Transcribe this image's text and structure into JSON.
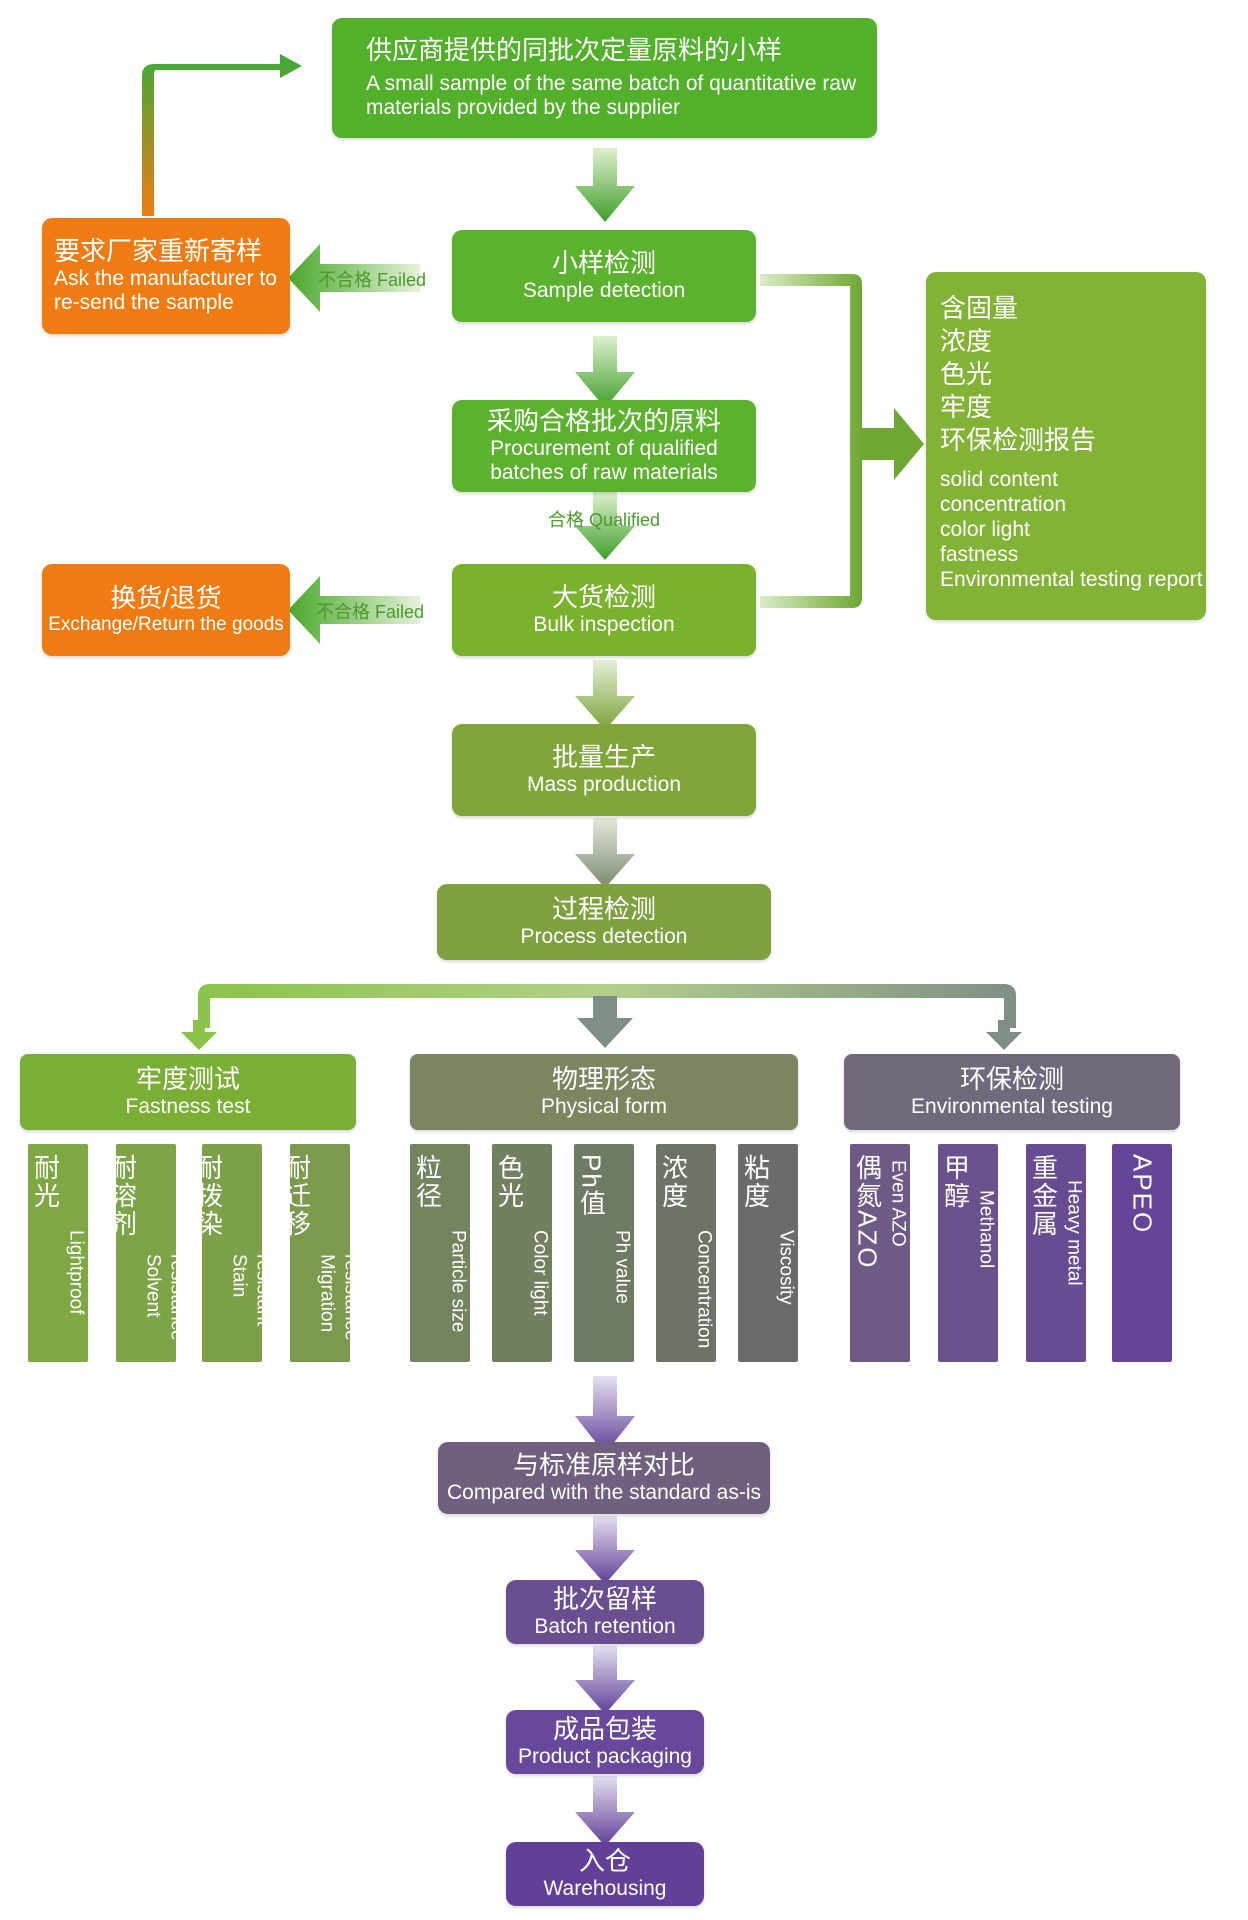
{
  "colors": {
    "green": "#52b02a",
    "orange": "#ef7c12",
    "olive": "#80a63a",
    "gray": "#7a8660",
    "purple": "#6a4f95"
  },
  "nodes": {
    "supplier_sample": {
      "zh": "供应商提供的同批次定量原料的小样",
      "en_1": "A small sample of the same batch of quantitative raw",
      "en_2": "materials provided by the supplier"
    },
    "resend": {
      "zh": "要求厂家重新寄样",
      "en_1": "Ask the manufacturer to",
      "en_2": "re-send the sample"
    },
    "sample_detection": {
      "zh": "小样检测",
      "en": "Sample detection"
    },
    "procurement": {
      "zh": "采购合格批次的原料",
      "en_1": "Procurement of qualified",
      "en_2": "batches of raw materials"
    },
    "exchange": {
      "zh": "换货/退货",
      "en": "Exchange/Return the goods"
    },
    "bulk_inspection": {
      "zh": "大货检测",
      "en": "Bulk inspection"
    },
    "mass_production": {
      "zh": "批量生产",
      "en": "Mass production"
    },
    "process_detection": {
      "zh": "过程检测",
      "en": "Process detection"
    },
    "compared": {
      "zh": "与标准原样对比",
      "en": "Compared with the standard as-is"
    },
    "batch_retention": {
      "zh": "批次留样",
      "en": "Batch retention"
    },
    "packaging": {
      "zh": "成品包装",
      "en": "Product packaging"
    },
    "warehousing": {
      "zh": "入仓",
      "en": "Warehousing"
    }
  },
  "report_box": {
    "zh_items": [
      "含固量",
      "浓度",
      "色光",
      "牢度",
      "环保检测报告"
    ],
    "en_items": [
      "solid content",
      "concentration",
      "color light",
      "fastness",
      "Environmental testing report"
    ]
  },
  "tags": {
    "failed_1": "不合格 Failed",
    "qualified": "合格 Qualified",
    "failed_2": "不合格 Failed"
  },
  "categories": {
    "fastness": {
      "zh": "牢度测试",
      "en": "Fastness test"
    },
    "physical": {
      "zh": "物理形态",
      "en": "Physical form"
    },
    "environmental": {
      "zh": "环保检测",
      "en": "Environmental testing"
    }
  },
  "tests": [
    {
      "zh": "耐光",
      "en_1": "Lightproof",
      "en_2": ""
    },
    {
      "zh": "耐溶剂",
      "en_1": "Solvent",
      "en_2": "resistance"
    },
    {
      "zh": "耐拨染",
      "en_1": "Stain",
      "en_2": "resistant"
    },
    {
      "zh": "耐迁移",
      "en_1": "Migration",
      "en_2": "resistance"
    },
    {
      "zh": "粒径",
      "en_1": "Particle size",
      "en_2": ""
    },
    {
      "zh": "色光",
      "en_1": "Color light",
      "en_2": ""
    },
    {
      "zh": "Ph值",
      "en_1": "Ph value",
      "en_2": ""
    },
    {
      "zh": "浓度",
      "en_1": "Concentration",
      "en_2": ""
    },
    {
      "zh": "粘度",
      "en_1": "Viscosity",
      "en_2": ""
    },
    {
      "zh": "偶氮AZO",
      "en_1": "Even AZO",
      "en_2": ""
    },
    {
      "zh": "甲醇",
      "en_1": "Methanol",
      "en_2": ""
    },
    {
      "zh": "重金属",
      "en_1": "Heavy metal",
      "en_2": ""
    },
    {
      "zh": "APEO",
      "en_1": "",
      "en_2": ""
    }
  ]
}
